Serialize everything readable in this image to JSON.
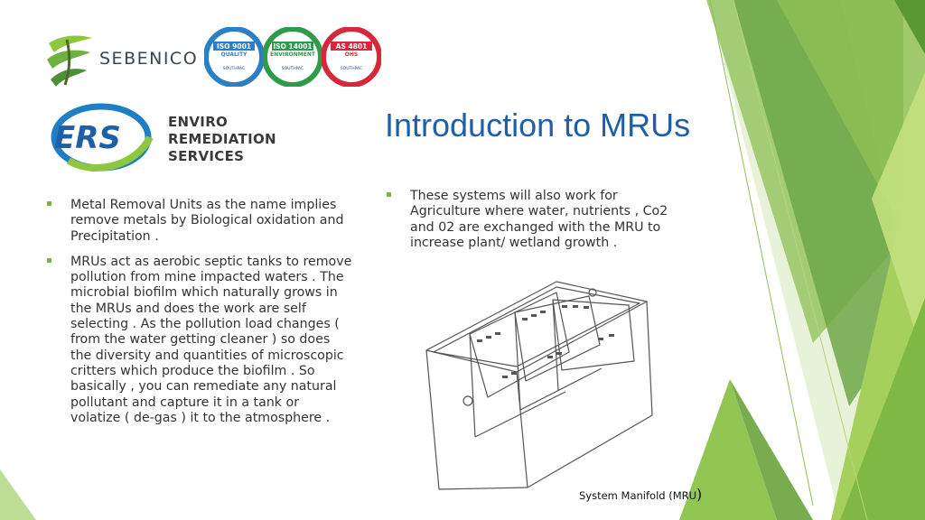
{
  "logos": {
    "sebenico_text": "SEBENICO",
    "certifications": [
      {
        "standard": "ISO 9001",
        "category": "QUALITY",
        "body": "SOUTHPAC",
        "color": "#2b7fc4"
      },
      {
        "standard": "ISO 14001",
        "category": "ENVIRONMENT",
        "body": "SOUTHPAC",
        "color": "#2e9b4a"
      },
      {
        "standard": "AS 4801",
        "category": "OHS",
        "body": "SOUTHPAC",
        "color": "#d6283a"
      }
    ],
    "ers_mark": "ERS",
    "ers_line1": "ENVIRO",
    "ers_line2": "REMEDIATION",
    "ers_line3": "SERVICES"
  },
  "slide": {
    "title": "Introduction to MRUs",
    "left_bullets": [
      "Metal Removal Units as the name implies remove metals by Biological oxidation and Precipitation .",
      "MRUs act as aerobic septic tanks to remove pollution from mine impacted waters . The microbial biofilm which naturally grows in the MRUs and does the work are self selecting . As the pollution load changes ( from the water getting cleaner ) so does the diversity and quantities of microscopic critters which produce the biofilm . So basically , you can remediate any natural pollutant and capture it in a tank or volatize ( de-gas ) it to the atmosphere ."
    ],
    "right_bullets": [
      "These systems will also work for Agriculture where water, nutrients , Co2 and 02 are exchanged with the MRU to increase plant/ wetland growth ."
    ],
    "caption": "System Manifold (MRU",
    "caption_paren": ")"
  },
  "colors": {
    "title_blue": "#1f5fa8",
    "bullet_green": "#7cb442",
    "theme_green_light": "#a8d05a",
    "theme_green_dark": "#5e9b34"
  }
}
